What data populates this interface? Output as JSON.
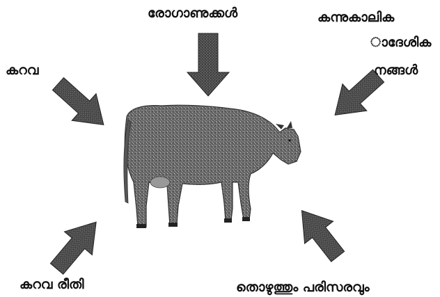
{
  "labels": {
    "top": "രോഗാണുക്കൾ",
    "top_right_line1": "കന്നുകാലിക",
    "top_right_line2": "ാദേശിക",
    "top_right_line3": "നങ്ങൾ",
    "left": "കറവ",
    "bottom_left": "കറവ രീതി",
    "bottom_right": "തൊഴുത്തും പരിസരവും"
  },
  "image": {
    "subject": "cow",
    "arrow_color": "#444444"
  }
}
